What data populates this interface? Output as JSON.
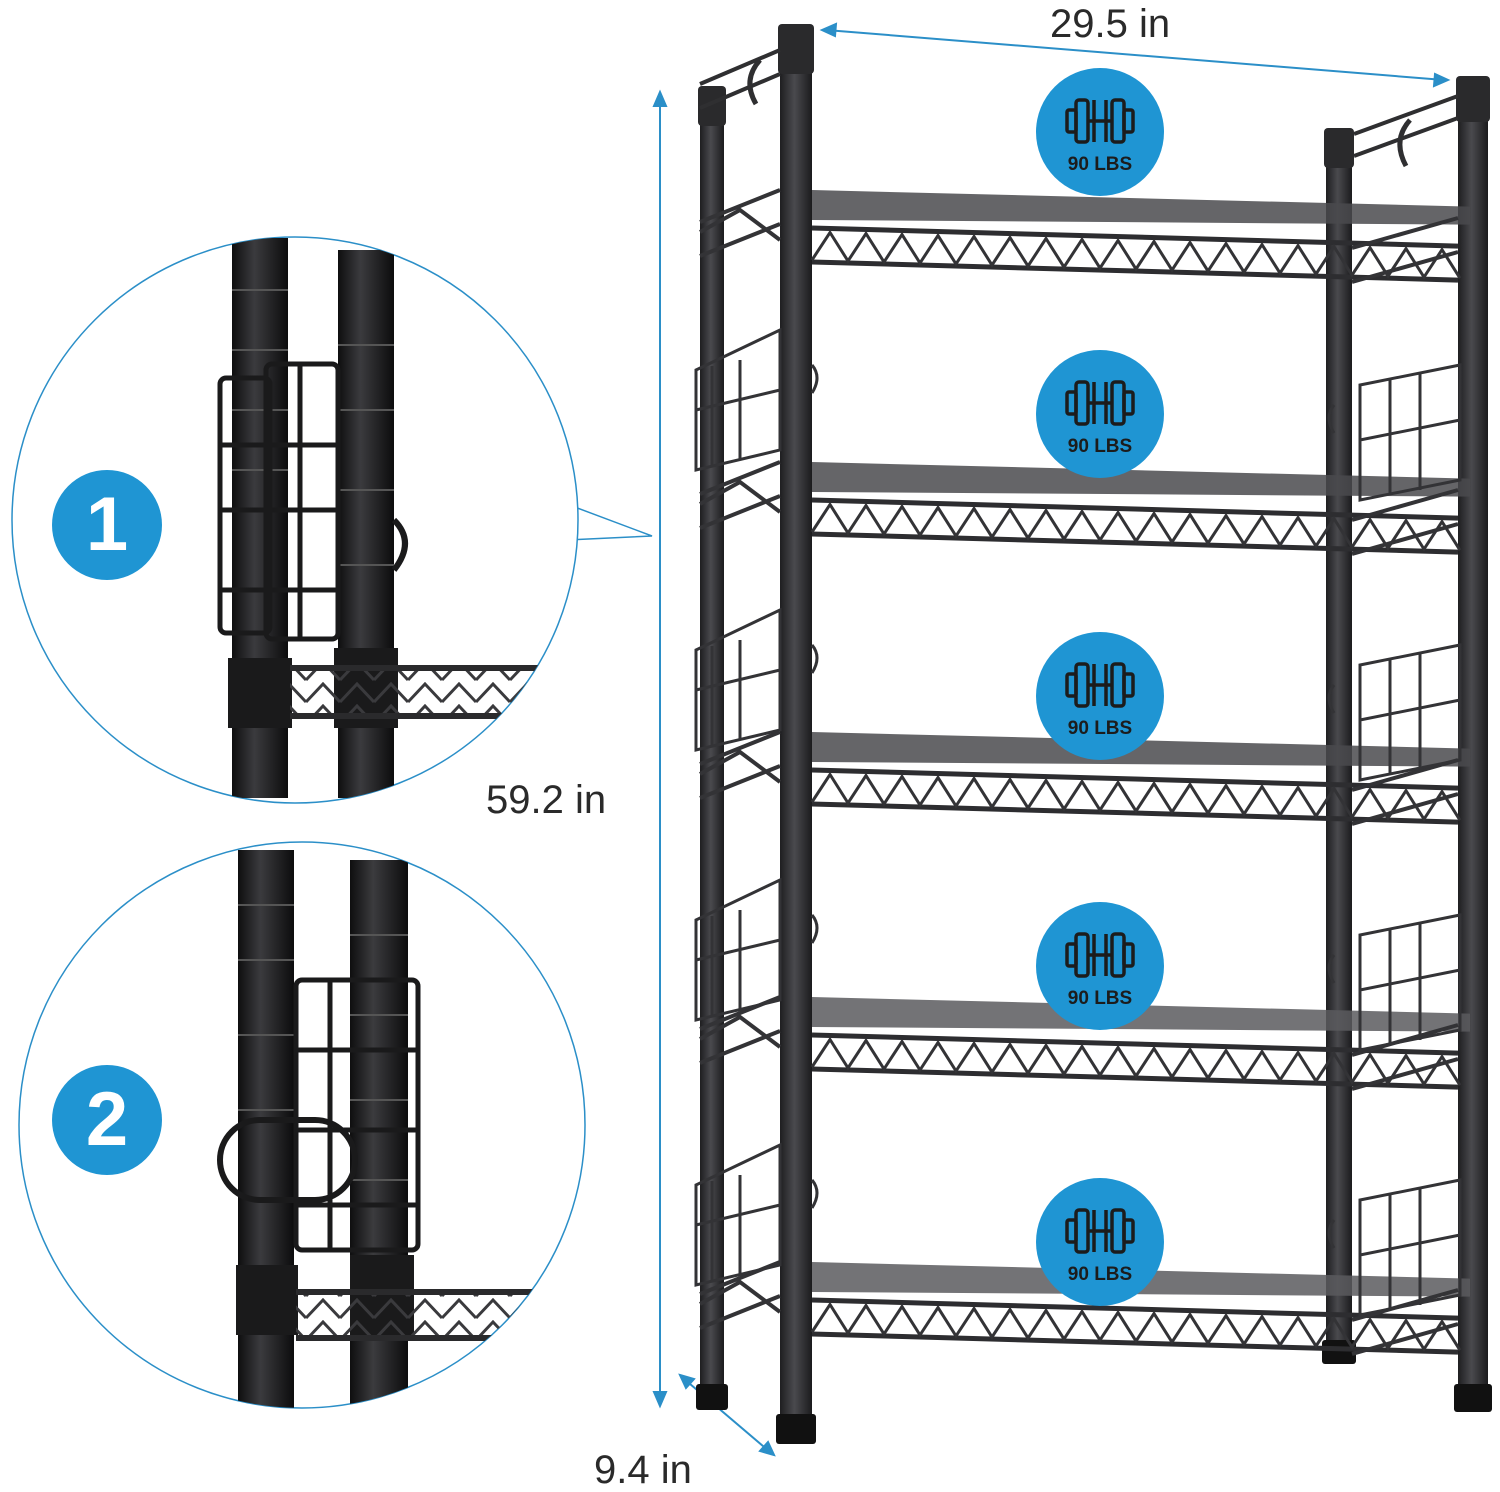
{
  "dimensions": {
    "width_label": "29.5 in",
    "height_label": "59.2 in",
    "depth_label": "9.4 in"
  },
  "shelves": [
    {
      "capacity": "90 LBS"
    },
    {
      "capacity": "90 LBS"
    },
    {
      "capacity": "90 LBS"
    },
    {
      "capacity": "90 LBS"
    },
    {
      "capacity": "90 LBS"
    }
  ],
  "steps": [
    {
      "number": "1"
    },
    {
      "number": "2"
    }
  ],
  "colors": {
    "accent": "#1f95d3",
    "metal": "#3a3a3d",
    "metal_dark": "#1d1d1f",
    "dimension_line": "#2b8fc8"
  },
  "icons": {
    "badge": "dumbbell-icon"
  }
}
